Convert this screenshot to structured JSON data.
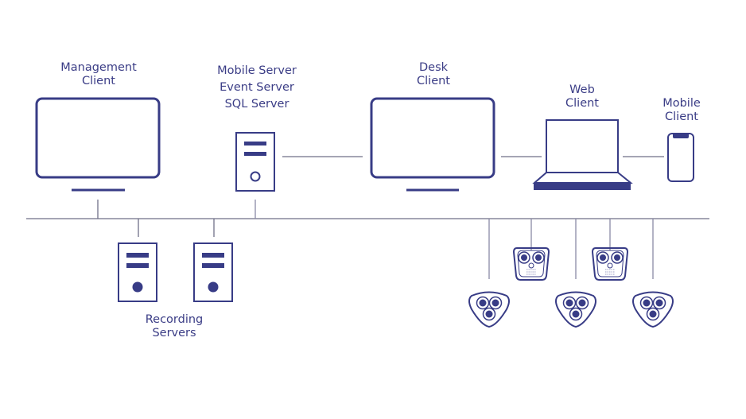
{
  "diagram": {
    "colors": {
      "stroke": "#383c86",
      "text": "#3b3d86",
      "network_line": "#6f6f88",
      "background": "#ffffff"
    },
    "labels": {
      "management_client": [
        "Management",
        "Client"
      ],
      "mobile_event_sql_server": [
        "Mobile Server",
        "Event Server",
        "SQL Server"
      ],
      "desk_client": [
        "Desk",
        "Client"
      ],
      "web_client": [
        "Web",
        "Client"
      ],
      "mobile_client": [
        "Mobile",
        "Client"
      ],
      "recording_servers": [
        "Recording",
        "Servers"
      ]
    },
    "nodes": [
      {
        "id": "management-client",
        "type": "monitor",
        "icon": "monitor-icon"
      },
      {
        "id": "mobile-event-sql-server",
        "type": "server",
        "icon": "server-icon"
      },
      {
        "id": "desk-client",
        "type": "monitor",
        "icon": "monitor-icon"
      },
      {
        "id": "web-client",
        "type": "laptop",
        "icon": "laptop-icon"
      },
      {
        "id": "mobile-client",
        "type": "phone",
        "icon": "smartphone-icon"
      },
      {
        "id": "recording-server-1",
        "type": "server",
        "icon": "server-icon"
      },
      {
        "id": "recording-server-2",
        "type": "server",
        "icon": "server-icon"
      },
      {
        "id": "camera-1",
        "type": "camera-triple",
        "icon": "triple-lens-camera-icon"
      },
      {
        "id": "camera-2",
        "type": "camera-dual",
        "icon": "dual-lens-camera-icon"
      },
      {
        "id": "camera-3",
        "type": "camera-triple",
        "icon": "triple-lens-camera-icon"
      },
      {
        "id": "camera-4",
        "type": "camera-dual",
        "icon": "dual-lens-camera-icon"
      },
      {
        "id": "camera-5",
        "type": "camera-triple",
        "icon": "triple-lens-camera-icon"
      }
    ],
    "edges": [
      {
        "from": "mobile-event-sql-server",
        "to": "desk-client"
      },
      {
        "from": "desk-client",
        "to": "web-client"
      },
      {
        "from": "web-client",
        "to": "mobile-client"
      },
      {
        "from": "management-client",
        "to": "network"
      },
      {
        "from": "mobile-event-sql-server",
        "to": "network"
      },
      {
        "from": "recording-server-1",
        "to": "network"
      },
      {
        "from": "recording-server-2",
        "to": "network"
      },
      {
        "from": "camera-1",
        "to": "network"
      },
      {
        "from": "camera-2",
        "to": "network"
      },
      {
        "from": "camera-3",
        "to": "network"
      },
      {
        "from": "camera-4",
        "to": "network"
      },
      {
        "from": "camera-5",
        "to": "network"
      }
    ]
  }
}
